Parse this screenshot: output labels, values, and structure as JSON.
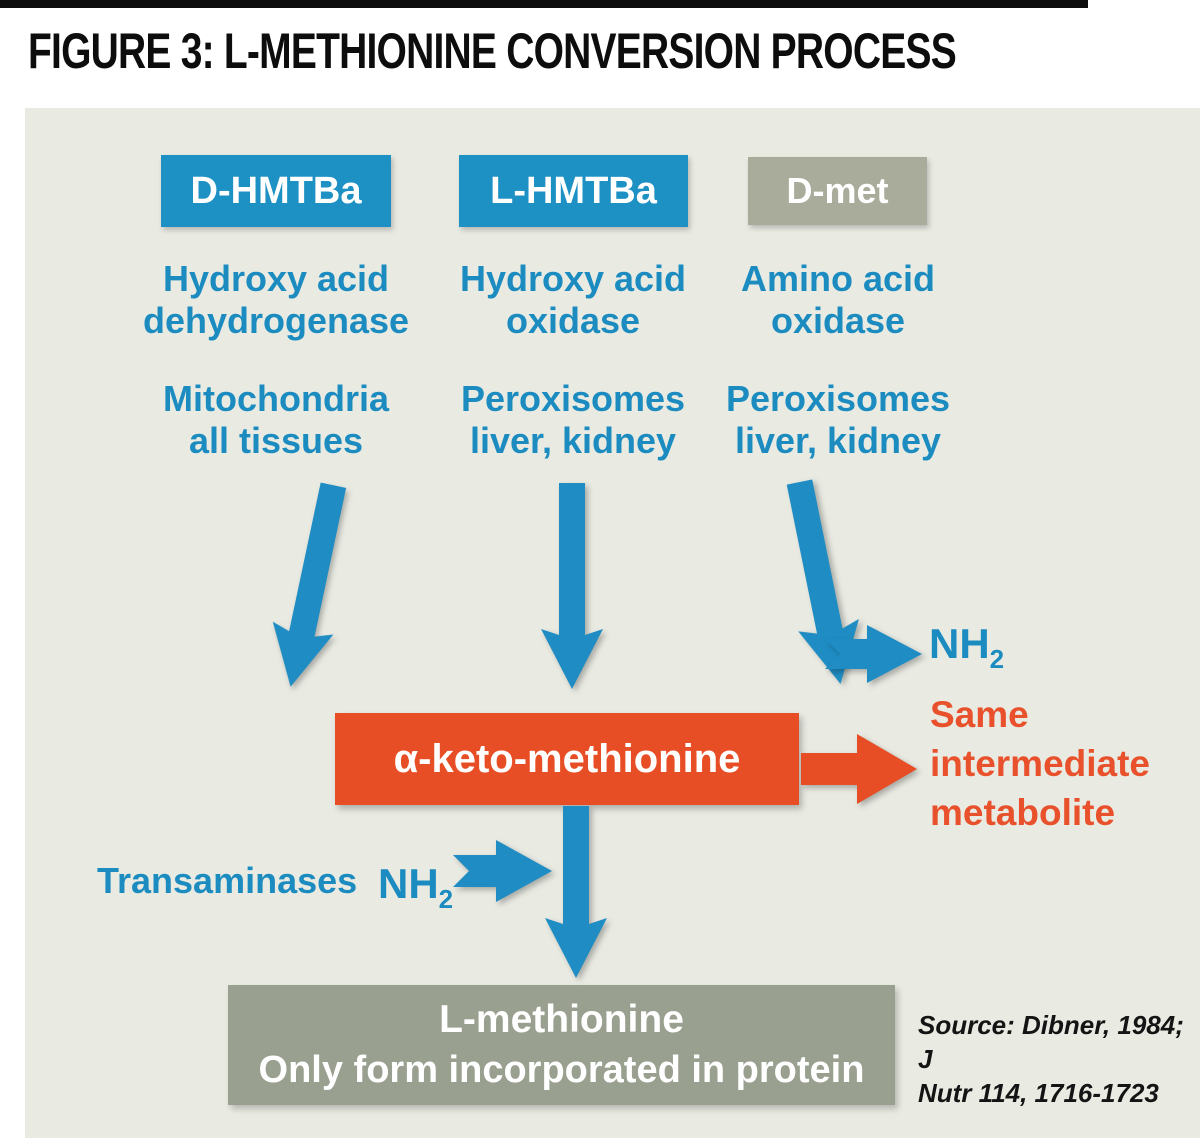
{
  "title": "FIGURE 3: L-METHIONINE CONVERSION PROCESS",
  "columns": [
    {
      "label": "D-HMTBa",
      "enzyme": "Hydroxy acid\ndehydrogenase",
      "location": "Mitochondria\nall tissues"
    },
    {
      "label": "L-HMTBa",
      "enzyme": "Hydroxy acid\noxidase",
      "location": "Peroxisomes\nliver, kidney"
    },
    {
      "label": "D-met",
      "enzyme": "Amino acid\noxidase",
      "location": "Peroxisomes\nliver, kidney"
    }
  ],
  "intermediate": {
    "box_label": "α-keto-methionine",
    "note": "Same\nintermediate\nmetabolite",
    "nh2_base": "NH",
    "nh2_sub": "2"
  },
  "transamination": {
    "enzyme_label": "Transaminases",
    "nh2_base": "NH",
    "nh2_sub": "2"
  },
  "product": {
    "line1": "L-methionine",
    "line2": "Only form incorporated in protein"
  },
  "source_note": "Source: Dibner, 1984; J\nNutr 114, 1716-1723",
  "colors": {
    "blue": "#1d90c4",
    "orange": "#e84e25",
    "sage_gray": "#9aa08f",
    "dmet_gray": "#a9ac9b",
    "panel_background": "#e9ebe3",
    "title_black": "#0d0d0d"
  }
}
